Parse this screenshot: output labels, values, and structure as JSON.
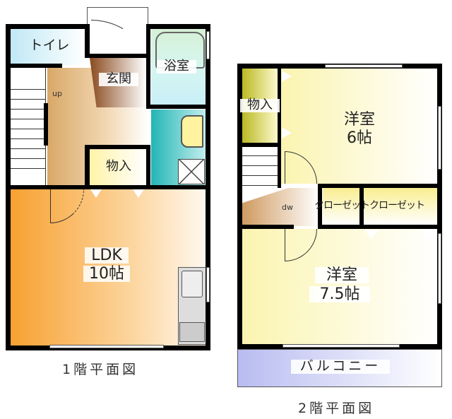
{
  "floor1": {
    "caption": "1階平面図",
    "rooms": {
      "toilet": "トイレ",
      "genkan": "玄関",
      "bath": "浴室",
      "storage": "物入",
      "ldk_name": "LDK",
      "ldk_size": "10帖",
      "stairs_label": "up"
    }
  },
  "floor2": {
    "caption": "2階平面図",
    "rooms": {
      "storage": "物入",
      "western1_name": "洋室",
      "western1_size": "6帖",
      "western2_name": "洋室",
      "western2_size": "7.5帖",
      "closet": "クローゼットクローゼット",
      "stairs_label": "dw",
      "balcony": "バルコニー"
    }
  },
  "colors": {
    "ldk": "#f7a030",
    "hall": "#d9a868",
    "genkan": "#8a4a1e",
    "toilet": "#bfe8f5",
    "bath": "#d6f0d6",
    "washroom": "#22b5b5",
    "storage1": "#fff3a8",
    "storage2": "#b8b820",
    "western": "#fbf4b0",
    "closet": "#f9ee90",
    "balcony": "#b8bcf0"
  }
}
